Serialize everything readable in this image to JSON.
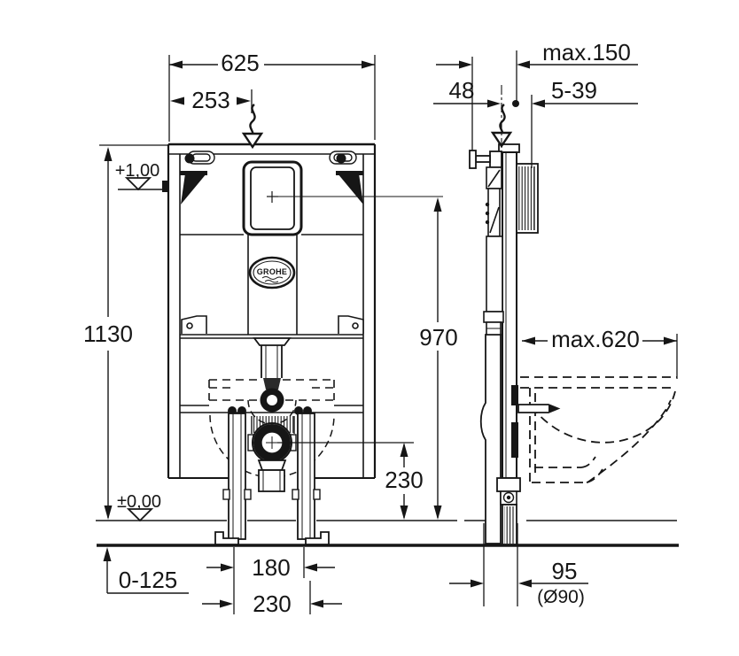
{
  "drawing": {
    "logo": {
      "text": "GROHE"
    },
    "dimensions": {
      "frame_width": "625",
      "supply_offset_left": "253",
      "frame_height": "1130",
      "level_upper": "+1,00",
      "level_floor": "±0,00",
      "floor_buildup": "0-125",
      "fixing_spacing_inner": "180",
      "fixing_spacing_outer": "230",
      "outlet_centre_height": "230",
      "plate_centre_height": "970",
      "front_depth": "48",
      "max_wall_distance": "max.150",
      "panel_thickness_range": "5-39",
      "max_bowl_projection": "max.620",
      "outlet_offset": "95",
      "outlet_pipe_diameter": "(Ø90)"
    }
  }
}
